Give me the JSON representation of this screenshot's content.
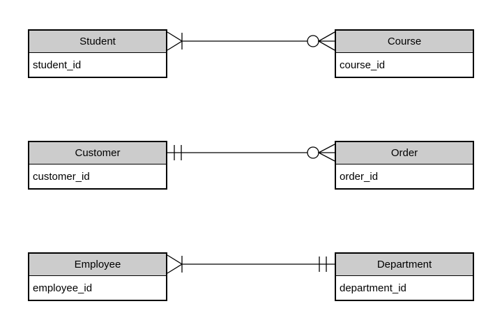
{
  "diagram": {
    "type": "entity-relationship",
    "background_color": "#ffffff",
    "entity_header_fill": "#cccccc",
    "entity_body_fill": "#ffffff",
    "border_color": "#000000",
    "line_color": "#000000",
    "entities": [
      {
        "name": "Student",
        "attributes": [
          "student_id"
        ]
      },
      {
        "name": "Course",
        "attributes": [
          "course_id"
        ]
      },
      {
        "name": "Customer",
        "attributes": [
          "customer_id"
        ]
      },
      {
        "name": "Order",
        "attributes": [
          "order_id"
        ]
      },
      {
        "name": "Employee",
        "attributes": [
          "employee_id"
        ]
      },
      {
        "name": "Department",
        "attributes": [
          "department_id"
        ]
      }
    ],
    "relationships": [
      {
        "from": "Student",
        "to": "Course",
        "from_cardinality": "one-or-many",
        "to_cardinality": "zero-or-many"
      },
      {
        "from": "Customer",
        "to": "Order",
        "from_cardinality": "exactly-one",
        "to_cardinality": "zero-or-many"
      },
      {
        "from": "Employee",
        "to": "Department",
        "from_cardinality": "one-or-many",
        "to_cardinality": "exactly-one"
      }
    ]
  }
}
